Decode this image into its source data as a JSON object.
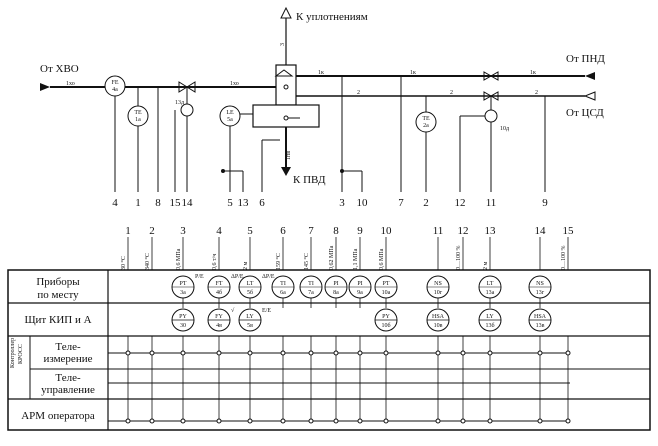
{
  "top": {
    "k_uplotneniyam": "К уплотнениям",
    "ot_hvo": "От ХВО",
    "ot_pnd": "От ПНД",
    "ot_csd": "От ЦСД",
    "k_pvd": "К ПВД",
    "pipe_1xo_a": "1хо",
    "pipe_1xo_b": "1хо",
    "pipe_1k_a": "1к",
    "pipe_1k_b": "1к",
    "pipe_1k_c": "1к",
    "pipe_2_a": "2",
    "pipe_2_b": "2",
    "pipe_2_c": "2",
    "pipe_3": "3",
    "pipe_1pv": "1пв",
    "lbl_13d": "13д",
    "lbl_10d": "10д",
    "inst_FE": {
      "l1": "FE",
      "l2": "4а"
    },
    "inst_TE1": {
      "l1": "TE",
      "l2": "1а"
    },
    "inst_LE": {
      "l1": "LE",
      "l2": "5а"
    },
    "inst_TE2": {
      "l1": "TE",
      "l2": "2а"
    },
    "bottom_numbers": [
      "4",
      "1",
      "8",
      "15",
      "14",
      "5",
      "13",
      "6",
      "3",
      "10",
      "7",
      "2",
      "12",
      "11",
      "9"
    ]
  },
  "columns": {
    "numbers": [
      "1",
      "2",
      "3",
      "4",
      "5",
      "6",
      "7",
      "8",
      "9",
      "10",
      "11",
      "12",
      "13",
      "14",
      "15"
    ],
    "params": [
      "30 °C",
      "340 °C",
      "0,6 МПа",
      "0,6 т/ч",
      "2 м",
      "159 °C",
      "145 °C",
      "0,62 МПа",
      "1,1 МПа",
      "0,6 МПа",
      "",
      "0…100 %",
      "2 м",
      "",
      "0…100 %"
    ]
  },
  "rows": {
    "pribory_1": "Приборы",
    "pribory_2": "по месту",
    "shchit": "Щит КИП и А",
    "kontroller_1": "Контроллер",
    "kontroller_2": "КРОСС",
    "teleizm_1": "Теле-",
    "teleizm_2": "измерение",
    "teleupr_1": "Теле-",
    "teleupr_2": "управление",
    "arm": "АРМ оператора"
  },
  "local_instruments": [
    {
      "l1": "PT",
      "l2": "3а",
      "note": "P/E"
    },
    {
      "l1": "FT",
      "l2": "4б",
      "note": "ΔP/E"
    },
    {
      "l1": "LT",
      "l2": "5б",
      "note": "ΔP/E"
    },
    {
      "l1": "TI",
      "l2": "6а",
      "note": ""
    },
    {
      "l1": "TI",
      "l2": "7а",
      "note": ""
    },
    {
      "l1": "PI",
      "l2": "8а",
      "note": ""
    },
    {
      "l1": "PI",
      "l2": "9а",
      "note": ""
    },
    {
      "l1": "PT",
      "l2": "10а",
      "note": ""
    },
    {
      "l1": "NS",
      "l2": "10г",
      "note": ""
    },
    {
      "l1": "LT",
      "l2": "13а",
      "note": ""
    },
    {
      "l1": "NS",
      "l2": "13г",
      "note": ""
    }
  ],
  "panel_instruments": [
    {
      "l1": "PY",
      "l2": "30",
      "note": ""
    },
    {
      "l1": "FY",
      "l2": "4в",
      "note": "√"
    },
    {
      "l1": "LY",
      "l2": "5в",
      "note": "E/E"
    },
    {
      "l1": "PY",
      "l2": "10б",
      "note": ""
    },
    {
      "l1": "HSA",
      "l2": "10в",
      "note": ""
    },
    {
      "l1": "LY",
      "l2": "13б",
      "note": ""
    },
    {
      "l1": "HSA",
      "l2": "13в",
      "note": ""
    }
  ]
}
